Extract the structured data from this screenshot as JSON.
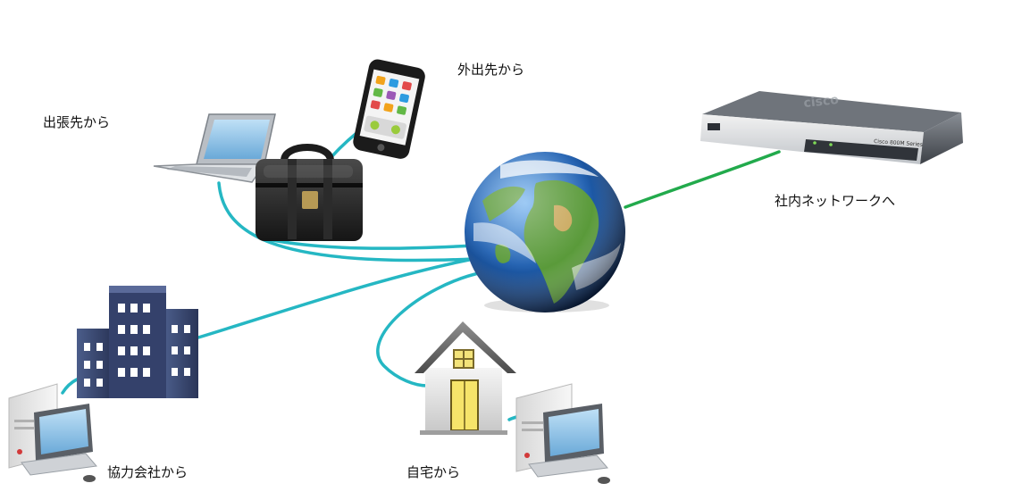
{
  "labels": {
    "business_trip": "出張先から",
    "outside": "外出先から",
    "internal_network": "社内ネットワークへ",
    "partner_company": "協力会社から",
    "home": "自宅から"
  },
  "router": {
    "brand": "cisco",
    "model_text": "Cisco 800M Series"
  },
  "colors": {
    "link_remote": "#25b7c3",
    "link_internal": "#22aa4c",
    "ocean": "#1f5fb0",
    "land": "#5a9a3a"
  }
}
